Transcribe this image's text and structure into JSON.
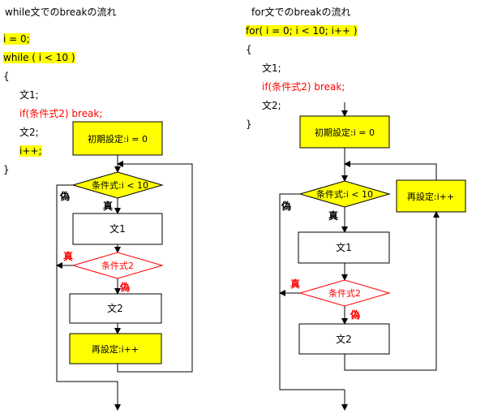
{
  "left": {
    "title": "while文でのbreakの流れ",
    "code": [
      {
        "text": "i = 0;",
        "highlight": true,
        "indent": 0,
        "red": false
      },
      {
        "text": "while ( i < 10 )",
        "highlight": true,
        "indent": 0,
        "red": false
      },
      {
        "text": "{",
        "highlight": false,
        "indent": 0,
        "red": false
      },
      {
        "text": "文1;",
        "highlight": false,
        "indent": 1,
        "red": false
      },
      {
        "text": "if(条件式2) break;",
        "highlight": false,
        "indent": 1,
        "red": true
      },
      {
        "text": "文2;",
        "highlight": false,
        "indent": 1,
        "red": false
      },
      {
        "text": "i++;",
        "highlight": true,
        "indent": 1,
        "red": false
      },
      {
        "text": "}",
        "highlight": false,
        "indent": 0,
        "red": false
      }
    ],
    "flow": {
      "init": "初期設定:i = 0",
      "cond1": "条件式:i < 10",
      "true1": "真",
      "false1": "偽",
      "stmt1": "文1",
      "cond2": "条件式2",
      "true2": "真",
      "false2": "偽",
      "stmt2": "文2",
      "update": "再設定:i++"
    }
  },
  "right": {
    "title": "for文でのbreakの流れ",
    "code": [
      {
        "text": "for( i = 0; i < 10; i++ )",
        "highlight": true,
        "indent": 0,
        "red": false
      },
      {
        "text": "{",
        "highlight": false,
        "indent": 0,
        "red": false
      },
      {
        "text": "文1;",
        "highlight": false,
        "indent": 1,
        "red": false
      },
      {
        "text": "if(条件式2) break;",
        "highlight": false,
        "indent": 1,
        "red": true
      },
      {
        "text": "文2;",
        "highlight": false,
        "indent": 1,
        "red": false
      },
      {
        "text": "}",
        "highlight": false,
        "indent": 0,
        "red": false
      }
    ],
    "flow": {
      "init": "初期設定:i = 0",
      "cond1": "条件式:i < 10",
      "true1": "真",
      "false1": "偽",
      "stmt1": "文1",
      "cond2": "条件式2",
      "true2": "真",
      "false2": "偽",
      "stmt2": "文2",
      "update": "再設定:i++"
    }
  },
  "colors": {
    "highlight": "#ffff00",
    "red": "#ff0000",
    "line": "#000000"
  }
}
